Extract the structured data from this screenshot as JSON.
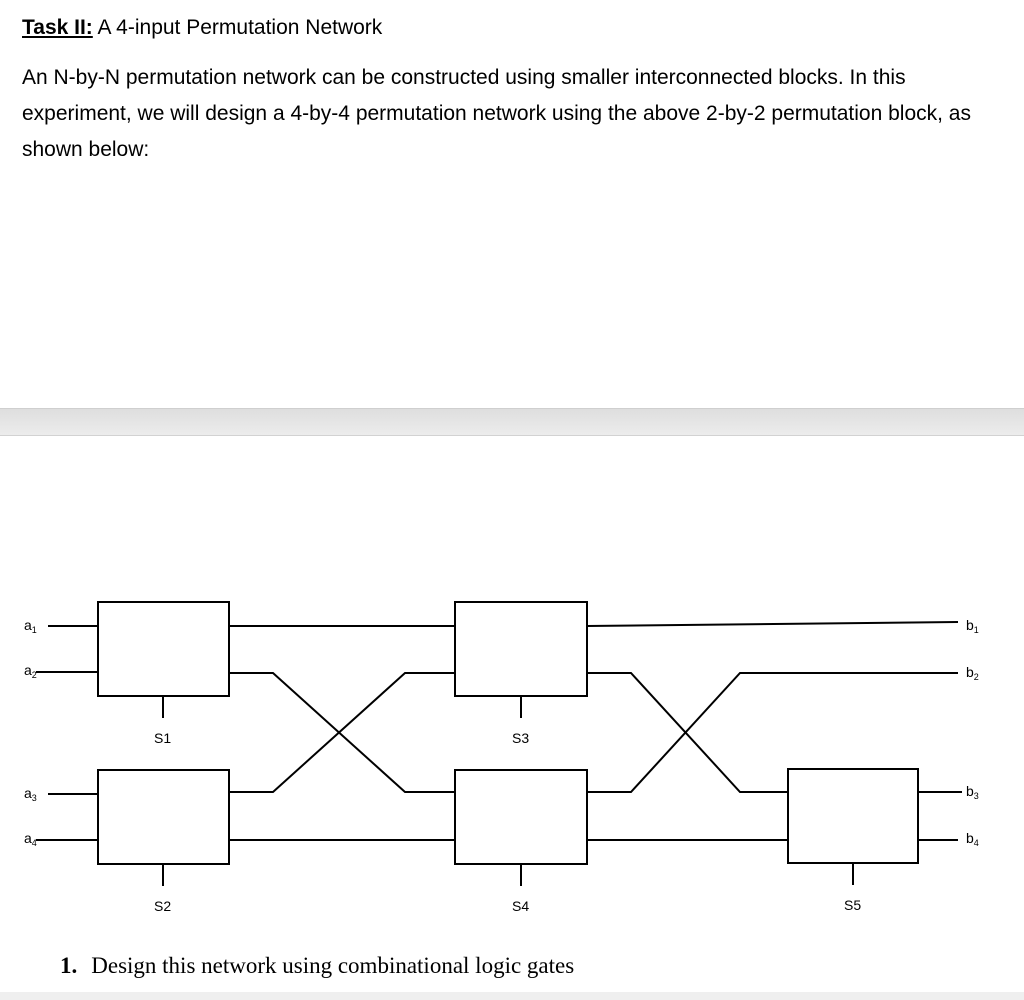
{
  "document": {
    "task_label": "Task II:",
    "task_title": "A 4-input Permutation Network",
    "intro": "An N-by-N permutation network can be constructed using smaller interconnected blocks. In this experiment, we will design a 4-by-4 permutation network using the above 2-by-2 permutation block, as shown below:"
  },
  "diagram": {
    "inputs": [
      {
        "base": "a",
        "sub": "1"
      },
      {
        "base": "a",
        "sub": "2"
      },
      {
        "base": "a",
        "sub": "3"
      },
      {
        "base": "a",
        "sub": "4"
      }
    ],
    "outputs": [
      {
        "base": "b",
        "sub": "1"
      },
      {
        "base": "b",
        "sub": "2"
      },
      {
        "base": "b",
        "sub": "3"
      },
      {
        "base": "b",
        "sub": "4"
      }
    ],
    "blocks": [
      "S1",
      "S2",
      "S3",
      "S4",
      "S5"
    ]
  },
  "question": {
    "number": "1.",
    "text": "Design this network using combinational logic gates"
  }
}
